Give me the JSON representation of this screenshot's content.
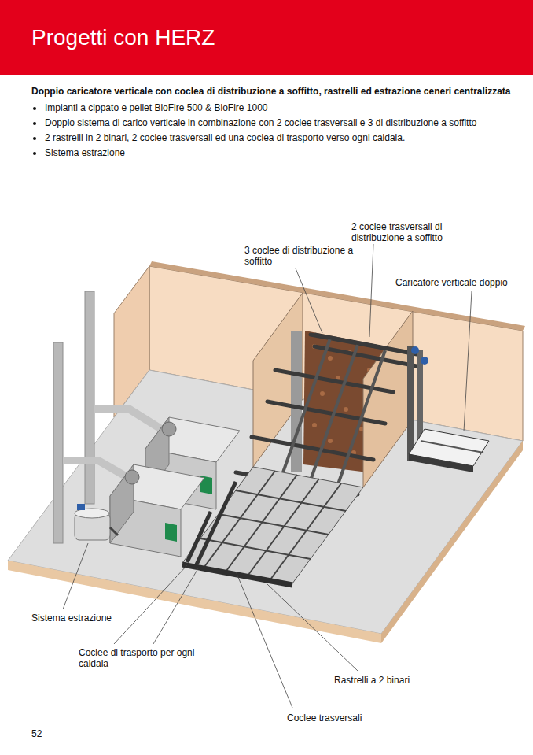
{
  "diagram": {
    "title": "Progetti con HERZ",
    "labels": [
      "Doppio caricatore verticale con coclea di distribuzione a soffitto, rastrelli ed estrazione ceneri centralizzata",
      "Impianti a cippato e pellet BioFire 500 & BioFire 1000",
      "Doppio sistema di carico verticale in combinazione con 2 coclee trasversali e 3 di distribuzione a soffitto",
      "2 rastrelli in 2 binari, 2 coclee trasversali ed una coclea di trasporto verso ogni caldaia.",
      "Sistema estrazione",
      "2 coclee trasversali di distribuzione a soffitto",
      "3 coclee di distribuzione a soffitto",
      "Caricatore verticale doppio",
      "Sistema estrazione",
      "Coclee di trasporto per ogni caldaia",
      "Rastrelli a 2 binari",
      "Coclee trasversali",
      "52"
    ]
  }
}
